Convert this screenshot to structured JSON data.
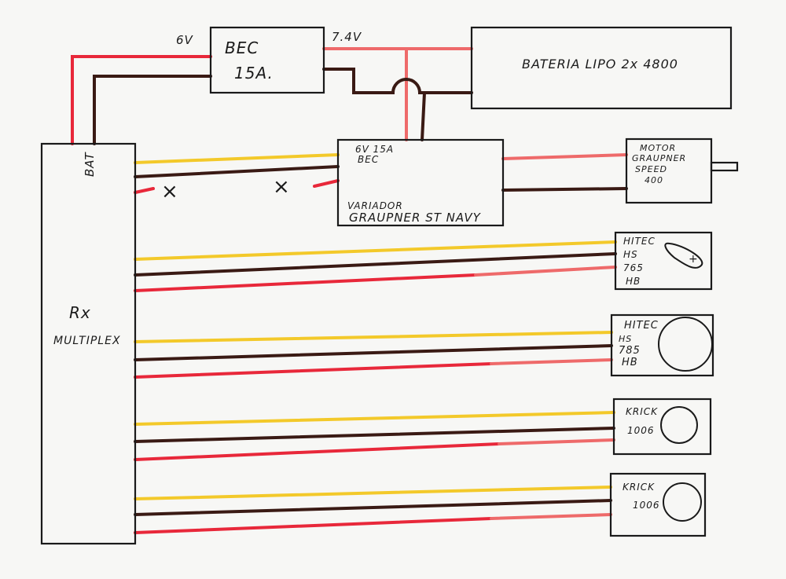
{
  "receiver": {
    "bat_label": "BAT",
    "name": "Rx",
    "brand": "MULTIPLEX"
  },
  "bec": {
    "label1": "BEC",
    "label2": "15A.",
    "out_voltage": "6V",
    "in_voltage": "7.4V"
  },
  "battery": {
    "label": "BATERIA LIPO 2x 4800"
  },
  "esc": {
    "rating": "6V 15A",
    "bec": "BEC",
    "line1": "VARIADOR",
    "line2": "GRAUPNER ST NAVY"
  },
  "motor": {
    "lines": [
      "MOTOR",
      "GRAUPNER",
      "SPEED",
      "400"
    ]
  },
  "servos": [
    {
      "lines": [
        "HITEC",
        "HS",
        "765",
        "HB"
      ]
    },
    {
      "lines": [
        "HITEC",
        "HS",
        "785",
        "HB"
      ]
    },
    {
      "lines": [
        "KRICK",
        "1006"
      ]
    },
    {
      "lines": [
        "KRICK",
        "1006"
      ]
    }
  ],
  "cut_marks": [
    "×",
    "×"
  ],
  "colors": {
    "signal": "#f3c92a",
    "ground": "#3a1a14",
    "positive": "#e8283a"
  }
}
